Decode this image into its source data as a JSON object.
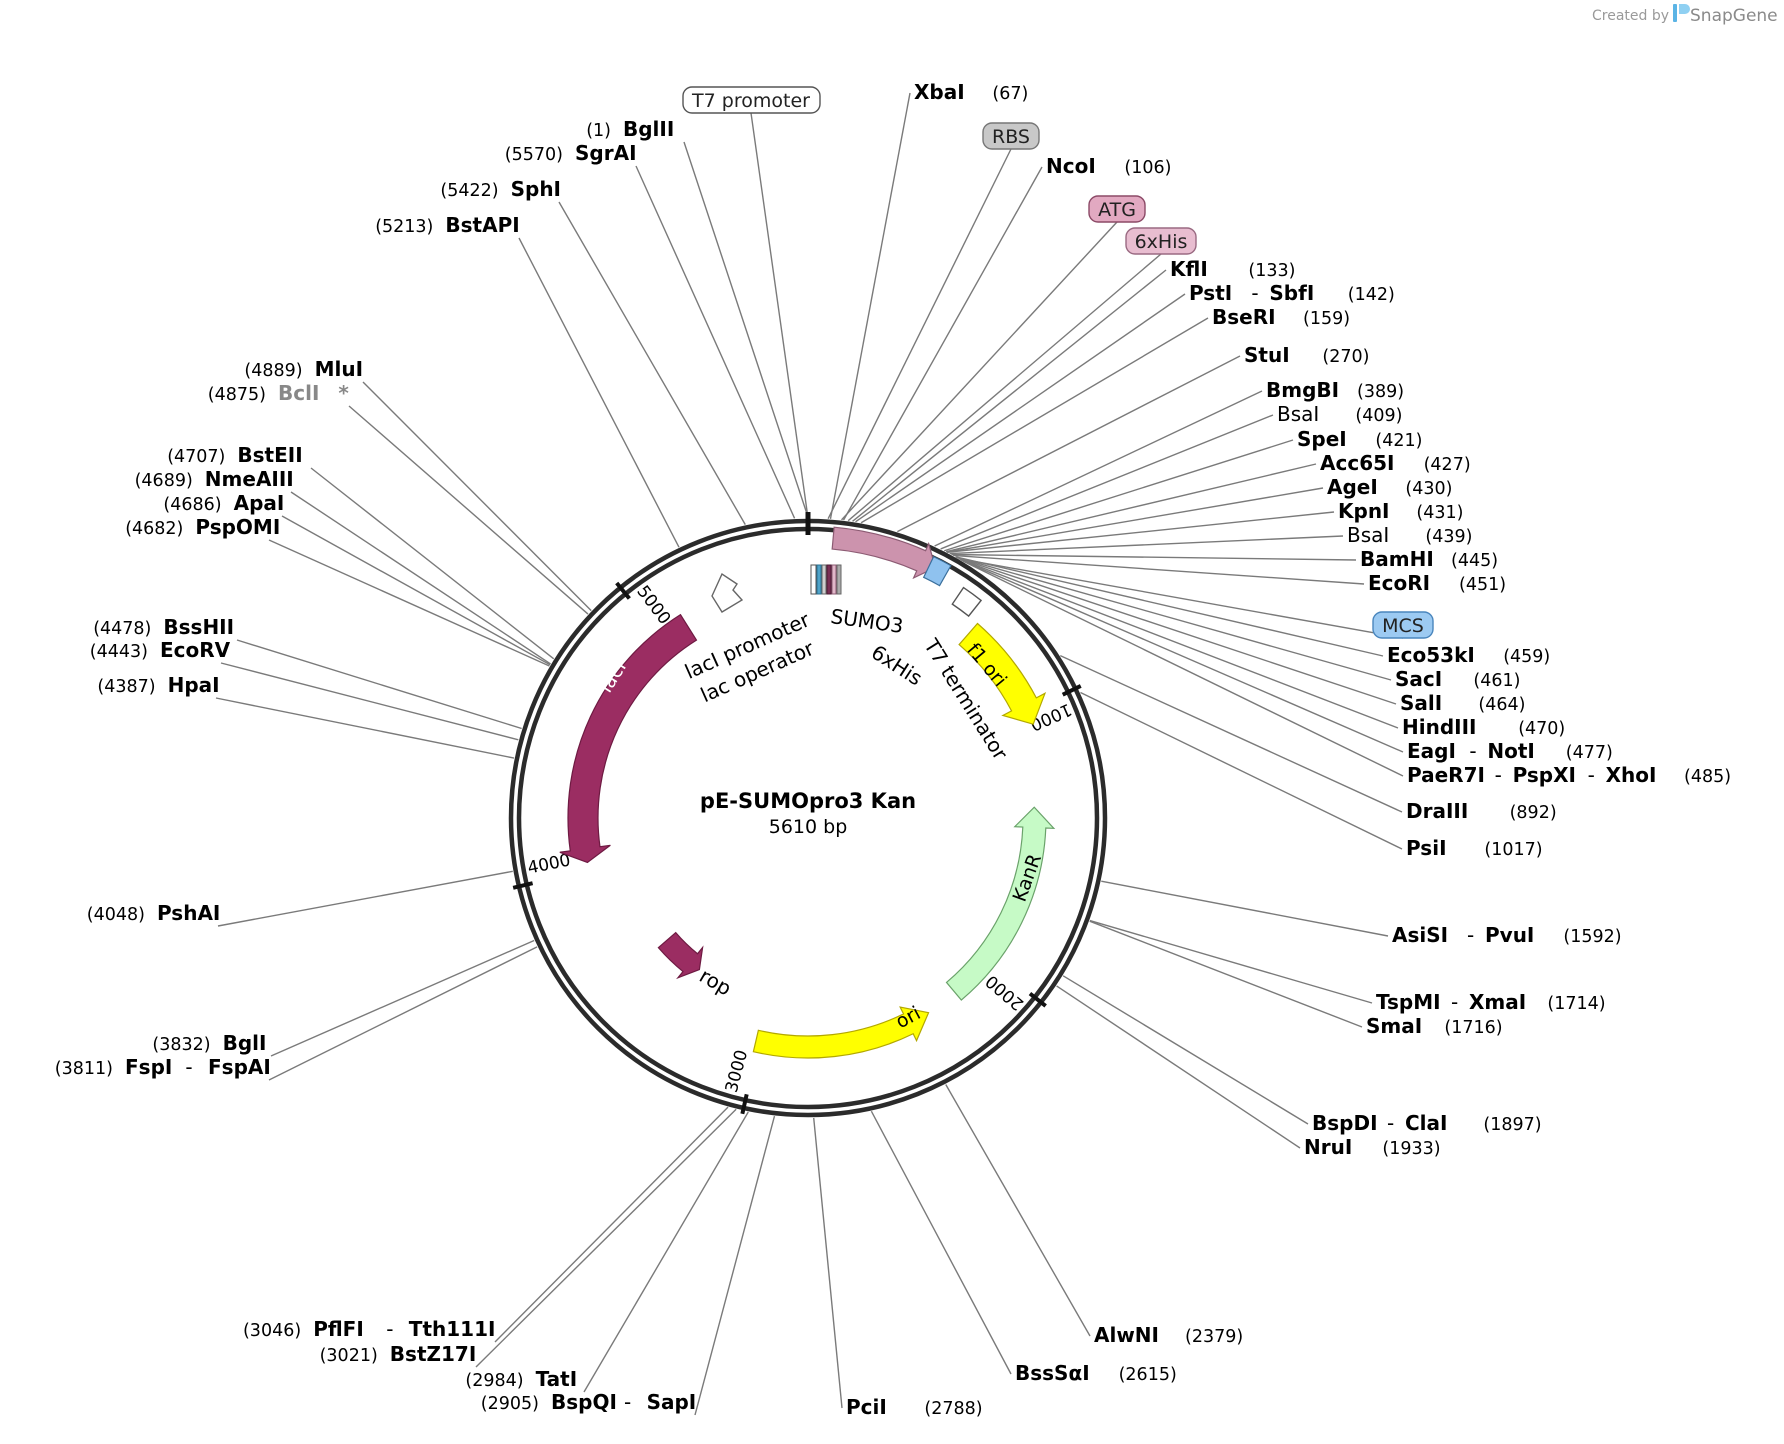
{
  "header": {
    "credit_prefix": "Created by",
    "credit_brand": "SnapGene",
    "brand_color": "#5bb4e5"
  },
  "plasmid": {
    "name": "pE-SUMOpro3 Kan",
    "size_label": "5610 bp",
    "length": 5610
  },
  "ticks": [
    {
      "bp": 1000,
      "label": "1000"
    },
    {
      "bp": 2000,
      "label": "2000"
    },
    {
      "bp": 3000,
      "label": "3000"
    },
    {
      "bp": 4000,
      "label": "4000"
    },
    {
      "bp": 5000,
      "label": "5000"
    }
  ],
  "feature_labels": {
    "laci": "lacI",
    "laci_promoter": "lacI promoter",
    "lac_operator": "lac operator",
    "sumo3": "SUMO3",
    "his_inner": "6xHis",
    "t7_terminator": "T7 terminator",
    "f1_ori": "f1 ori",
    "kanr": "KanR",
    "ori": "ori",
    "rop": "rop"
  },
  "boxed_labels": {
    "t7_promoter": "T7 promoter",
    "rbs": "RBS",
    "atg": "ATG",
    "his_tag": "6xHis",
    "mcs": "MCS"
  },
  "feature_colors": {
    "laci": "#9b2d62",
    "rop": "#9b2d62",
    "sumo3": "#cc93ad",
    "his": "#8fc2ef",
    "f1_ori": "#ffff00",
    "ori": "#ffff00",
    "kanr": "#c6fac6"
  },
  "enzymes": [
    {
      "name": "BglII",
      "pos": "(1)",
      "side": "left"
    },
    {
      "name": "SgrAI",
      "pos": "(5570)",
      "side": "left"
    },
    {
      "name": "SphI",
      "pos": "(5422)",
      "side": "left"
    },
    {
      "name": "BstAPI",
      "pos": "(5213)",
      "side": "left"
    },
    {
      "name": "MluI",
      "pos": "(4889)",
      "side": "left"
    },
    {
      "name": "BclI",
      "pos": "(4875)",
      "side": "left",
      "mark": "*",
      "grey": true
    },
    {
      "name": "BstEII",
      "pos": "(4707)",
      "side": "left"
    },
    {
      "name": "NmeAIII",
      "pos": "(4689)",
      "side": "left"
    },
    {
      "name": "ApaI",
      "pos": "(4686)",
      "side": "left"
    },
    {
      "name": "PspOMI",
      "pos": "(4682)",
      "side": "left"
    },
    {
      "name": "BssHII",
      "pos": "(4478)",
      "side": "left"
    },
    {
      "name": "EcoRV",
      "pos": "(4443)",
      "side": "left"
    },
    {
      "name": "HpaI",
      "pos": "(4387)",
      "side": "left"
    },
    {
      "name": "PshAI",
      "pos": "(4048)",
      "side": "left"
    },
    {
      "name": "BglI",
      "pos": "(3832)",
      "side": "left"
    },
    {
      "name": "FspI - FspAI",
      "pos": "(3811)",
      "side": "left"
    },
    {
      "name": "PflFI - Tth111I",
      "pos": "(3046)",
      "side": "left"
    },
    {
      "name": "BstZ17I",
      "pos": "(3021)",
      "side": "left"
    },
    {
      "name": "TatI",
      "pos": "(2984)",
      "side": "left"
    },
    {
      "name": "BspQI - SapI",
      "pos": "(2905)",
      "side": "left"
    },
    {
      "name": "XbaI",
      "pos": "(67)",
      "side": "right"
    },
    {
      "name": "NcoI",
      "pos": "(106)",
      "side": "right"
    },
    {
      "name": "KflI",
      "pos": "(133)",
      "side": "right"
    },
    {
      "name": "PstI - SbfI",
      "pos": "(142)",
      "side": "right"
    },
    {
      "name": "BseRI",
      "pos": "(159)",
      "side": "right"
    },
    {
      "name": "StuI",
      "pos": "(270)",
      "side": "right"
    },
    {
      "name": "BmgBI",
      "pos": "(389)",
      "side": "right"
    },
    {
      "name": "BsaI",
      "pos": "(409)",
      "side": "right",
      "plain": true
    },
    {
      "name": "SpeI",
      "pos": "(421)",
      "side": "right"
    },
    {
      "name": "Acc65I",
      "pos": "(427)",
      "side": "right"
    },
    {
      "name": "AgeI",
      "pos": "(430)",
      "side": "right"
    },
    {
      "name": "KpnI",
      "pos": "(431)",
      "side": "right"
    },
    {
      "name": "BsaI",
      "pos": "(439)",
      "side": "right",
      "plain": true
    },
    {
      "name": "BamHI",
      "pos": "(445)",
      "side": "right"
    },
    {
      "name": "EcoRI",
      "pos": "(451)",
      "side": "right"
    },
    {
      "name": "Eco53kI",
      "pos": "(459)",
      "side": "right"
    },
    {
      "name": "SacI",
      "pos": "(461)",
      "side": "right"
    },
    {
      "name": "SalI",
      "pos": "(464)",
      "side": "right"
    },
    {
      "name": "HindIII",
      "pos": "(470)",
      "side": "right"
    },
    {
      "name": "EagI - NotI",
      "pos": "(477)",
      "side": "right"
    },
    {
      "name": "PaeR7I - PspXI - XhoI",
      "pos": "(485)",
      "side": "right"
    },
    {
      "name": "DraIII",
      "pos": "(892)",
      "side": "right"
    },
    {
      "name": "PsiI",
      "pos": "(1017)",
      "side": "right"
    },
    {
      "name": "AsiSI - PvuI",
      "pos": "(1592)",
      "side": "right"
    },
    {
      "name": "TspMI - XmaI",
      "pos": "(1714)",
      "side": "right"
    },
    {
      "name": "SmaI",
      "pos": "(1716)",
      "side": "right"
    },
    {
      "name": "BspDI - ClaI",
      "pos": "(1897)",
      "side": "right"
    },
    {
      "name": "NruI",
      "pos": "(1933)",
      "side": "right"
    },
    {
      "name": "AlwNI",
      "pos": "(2379)",
      "side": "right"
    },
    {
      "name": "BssSαI",
      "pos": "(2615)",
      "side": "right"
    },
    {
      "name": "PciI",
      "pos": "(2788)",
      "side": "right"
    }
  ]
}
